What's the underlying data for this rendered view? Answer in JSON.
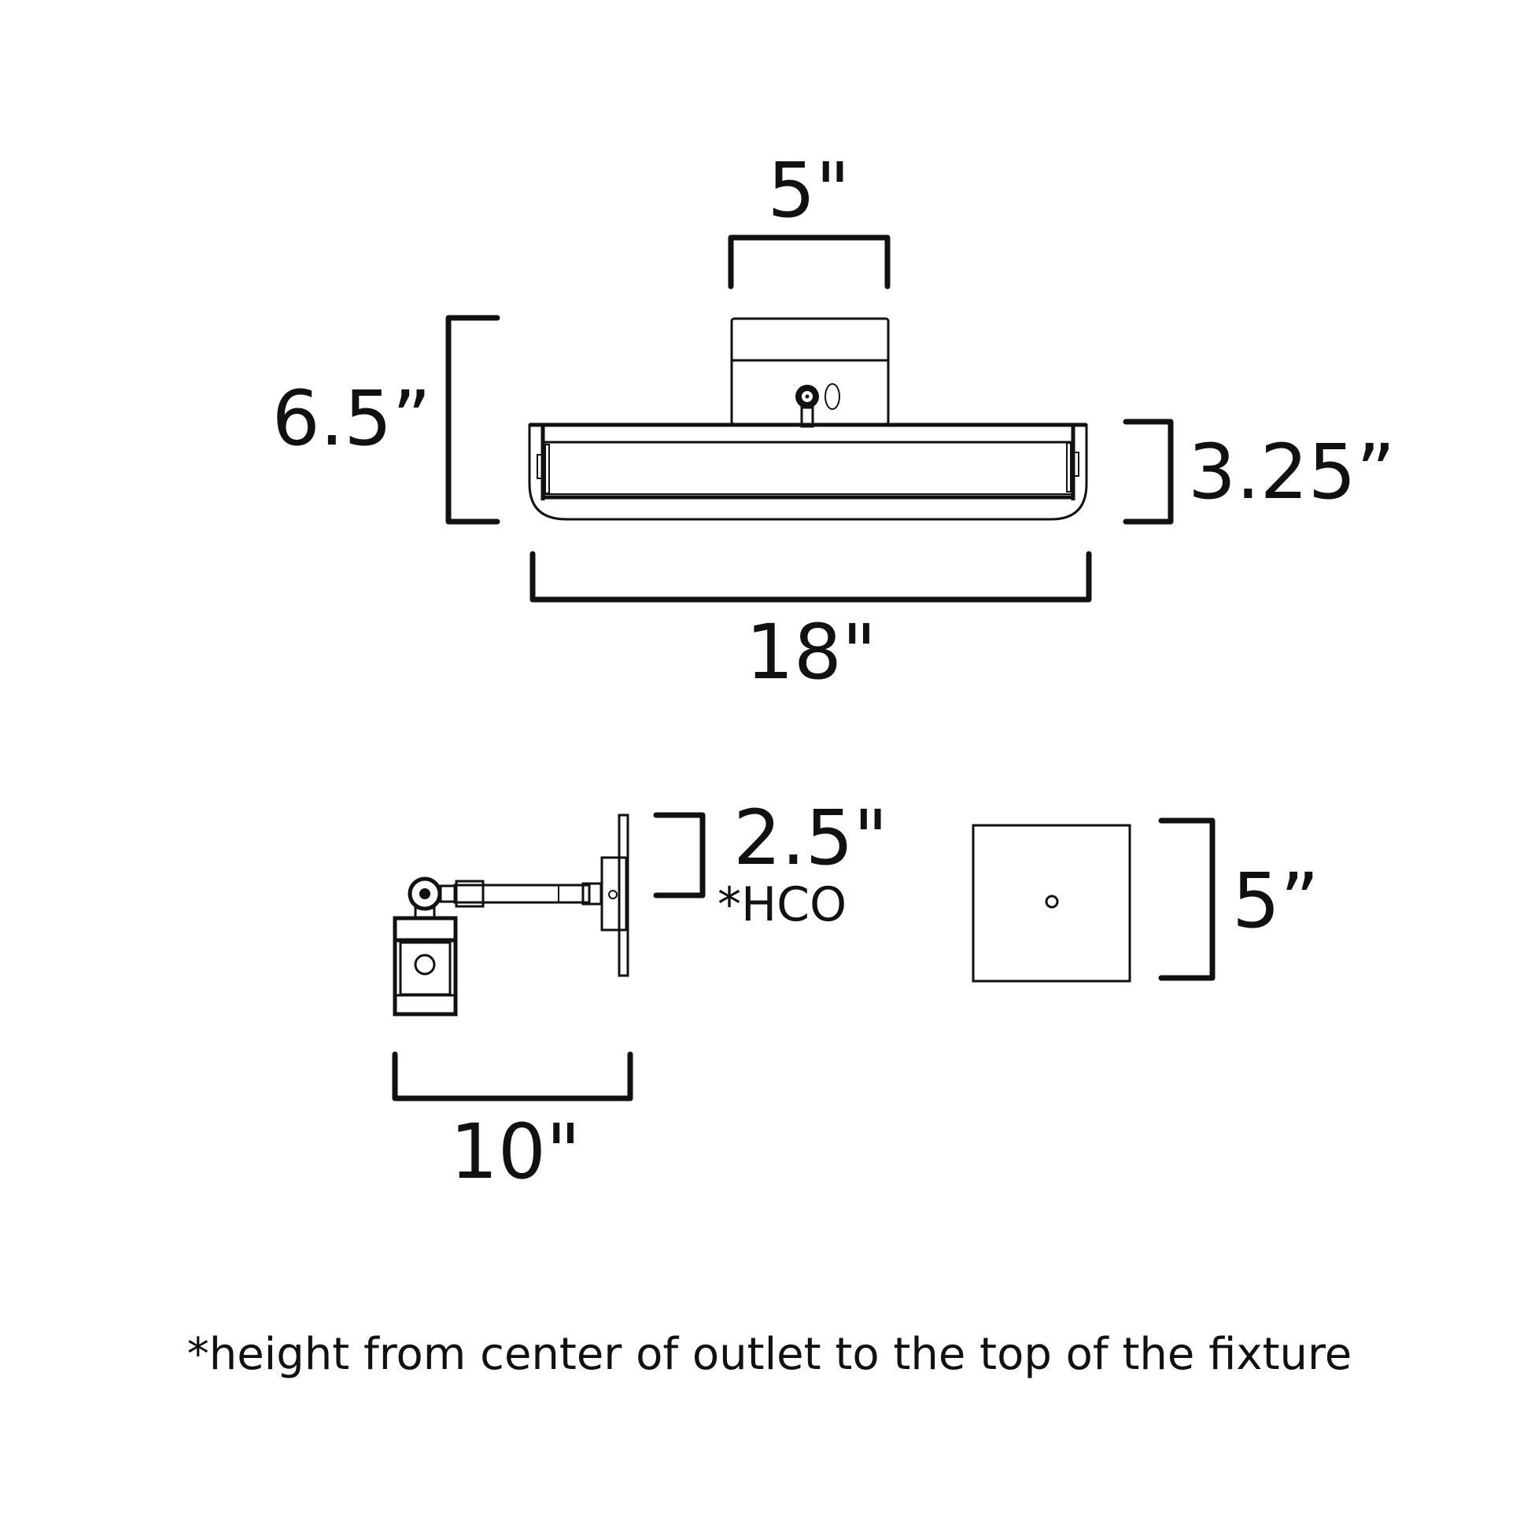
{
  "diagram": {
    "title": "Fixture dimension drawing",
    "front_view": {
      "labels": {
        "canopy_width": "5\"",
        "overall_height": "6.5”",
        "shade_height": "3.25”",
        "overall_width": "18\""
      }
    },
    "side_view": {
      "labels": {
        "hco_value": "2.5\"",
        "hco_tag": "*HCO",
        "extension": "10\""
      }
    },
    "backplate_view": {
      "labels": {
        "backplate_size": "5”"
      }
    },
    "footnote": "*height from center of outlet to the top of the fixture",
    "colors": {
      "line": "#111111",
      "background": "#ffffff"
    }
  }
}
